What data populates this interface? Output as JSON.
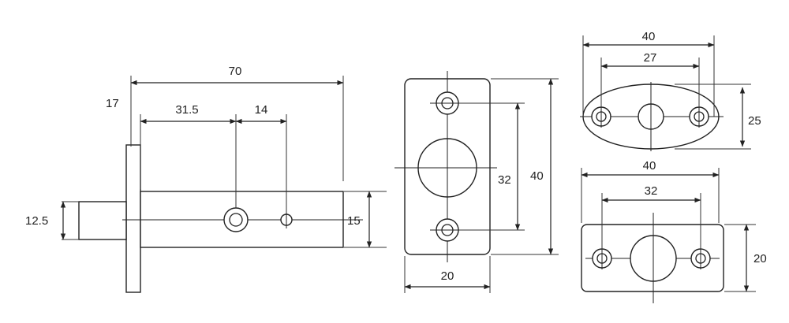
{
  "side_view": {
    "overall_length": "70",
    "flange_offset": "17",
    "hole1_distance": "31.5",
    "hole_spacing": "14",
    "bolt_diameter": "12.5",
    "body_height": "15"
  },
  "strike_plate": {
    "hole_spacing": "32",
    "height": "40",
    "width": "20"
  },
  "oval_plate": {
    "width": "40",
    "hole_spacing": "27",
    "height": "25"
  },
  "rect_plate": {
    "width": "40",
    "hole_spacing": "32",
    "height": "20"
  }
}
